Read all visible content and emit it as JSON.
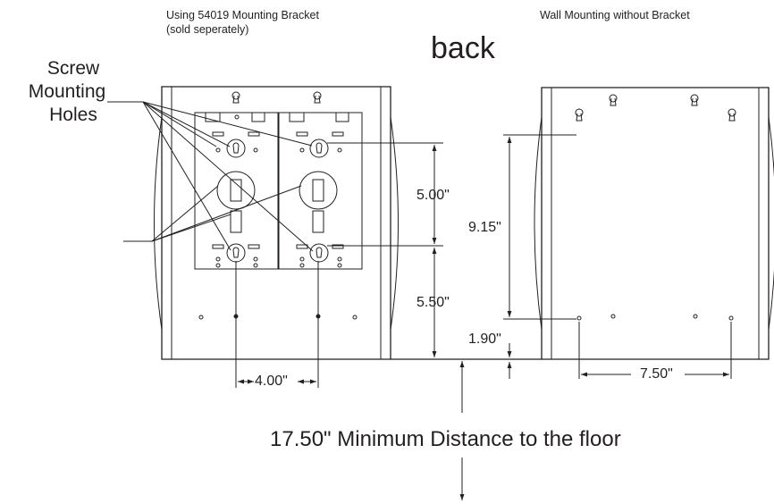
{
  "headings": {
    "bracket_title_line1": "Using 54019 Mounting Bracket",
    "bracket_title_line2": "(sold seperately)",
    "no_bracket_title": "Wall Mounting without Bracket",
    "view_label": "back"
  },
  "callout": {
    "line1": "Screw",
    "line2": "Mounting",
    "line3": "Holes"
  },
  "dimensions": {
    "bracket_hole_vertical": "5.00\"",
    "bracket_bottom_to_edge": "5.50\"",
    "wall_hole_vertical": "9.15\"",
    "wall_bottom_offset": "1.90\"",
    "bracket_hole_spacing": "4.00\"",
    "wall_hole_spacing": "7.50\""
  },
  "floor_note": "17.50\" Minimum Distance to the floor",
  "colors": {
    "line": "#231f20",
    "background": "#ffffff"
  }
}
